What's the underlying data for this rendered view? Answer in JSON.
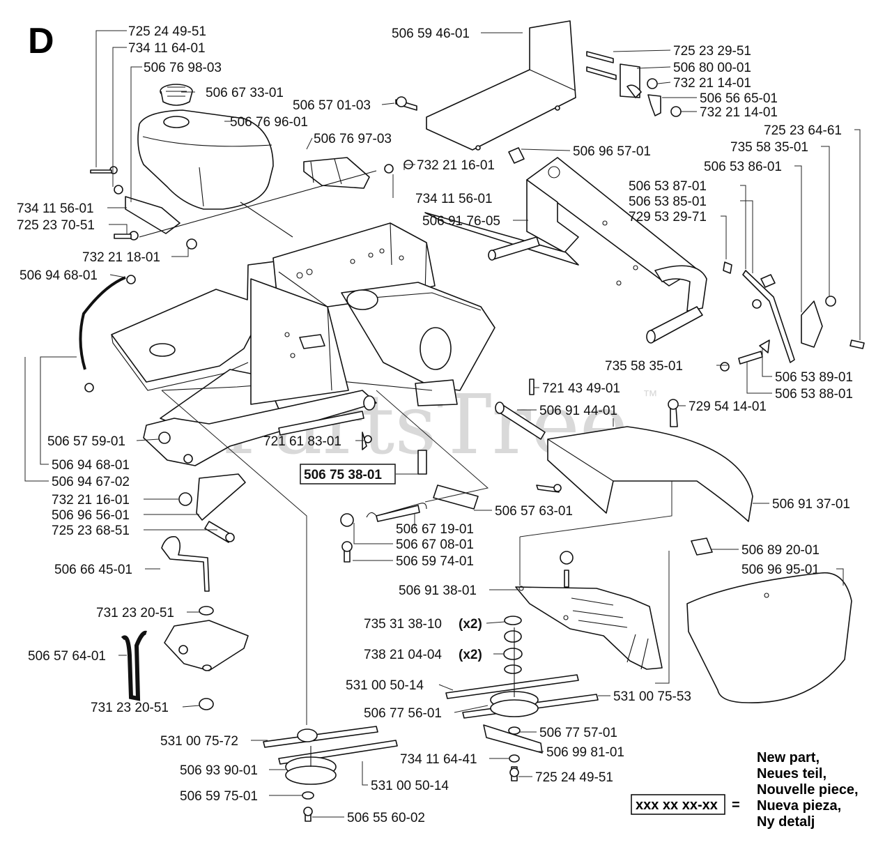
{
  "diagram": {
    "section_letter": "D",
    "watermark": "PartsTree",
    "watermark_mark": "™",
    "part_numbers": [
      "725 24 49-51",
      "734 11 64-01",
      "506 76 98-03",
      "506 67 33-01",
      "506 76 96-01",
      "506 76 97-03",
      "732 21 16-01",
      "734 11 56-01",
      "734 11 56-01",
      "725 23 70-51",
      "732 21 18-01",
      "506 94 68-01",
      "506 59 46-01",
      "506 57 01-03",
      "725 23 29-51",
      "506 80 00-01",
      "732 21 14-01",
      "506 56 65-01",
      "732 21 14-01",
      "725 23 64-61",
      "735 58 35-01",
      "506 53 86-01",
      "506 96 57-01",
      "506 53 87-01",
      "506 53 85-01",
      "729 53 29-71",
      "506 91 76-05",
      "735 58 35-01",
      "506 53 89-01",
      "506 53 88-01",
      "721 43 49-01",
      "506 91 44-01",
      "729 54 14-01",
      "506 57 59-01",
      "721 61 83-01",
      "506 94 68-01",
      "506 94 67-02",
      "506 75 38-01",
      "732 21 16-01",
      "506 96 56-01",
      "725 23 68-51",
      "506 57 63-01",
      "506 67 19-01",
      "506 91 37-01",
      "506 67 08-01",
      "506 59 74-01",
      "506 66 45-01",
      "506 89 20-01",
      "506 96 95-01",
      "506 91 38-01",
      "731 23 20-51",
      "735 31 38-10",
      "506 57 64-01",
      "738 21 04-04",
      "531 00 50-14",
      "531 00 75-53",
      "506 77 56-01",
      "731 23 20-51",
      "506 77 57-01",
      "531 00 75-72",
      "734 11 64-41",
      "506 99 81-01",
      "506 93 90-01",
      "725 24 49-51",
      "531 00 50-14",
      "506 59 75-01",
      "506 55 60-02"
    ],
    "qty_notes": [
      "(x2)",
      "(x2)"
    ]
  },
  "legend": {
    "code_sample": "xxx xx xx-xx",
    "equals": "=",
    "lines": [
      "New part,",
      "Neues teil,",
      "Nouvelle piece,",
      "Nueva pieza,",
      "Ny detalj"
    ]
  }
}
